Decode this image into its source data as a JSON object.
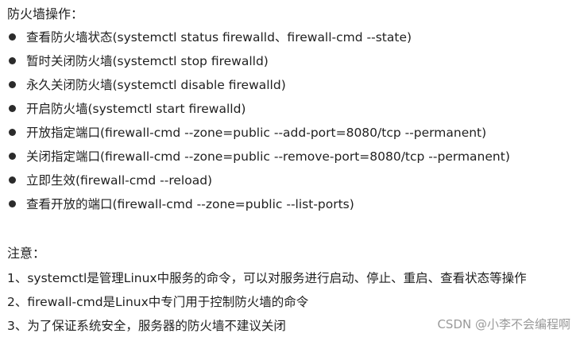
{
  "heading": "防火墙操作：",
  "commands": [
    "查看防火墙状态(systemctl status firewalld、firewall-cmd --state)",
    "暂时关闭防火墙(systemctl stop firewalld)",
    "永久关闭防火墙(systemctl disable firewalld)",
    "开启防火墙(systemctl start firewalld)",
    "开放指定端口(firewall-cmd --zone=public --add-port=8080/tcp --permanent)",
    "关闭指定端口(firewall-cmd --zone=public --remove-port=8080/tcp --permanent)",
    "立即生效(firewall-cmd --reload)",
    "查看开放的端口(firewall-cmd --zone=public --list-ports)"
  ],
  "notes_title": "注意：",
  "notes": [
    "1、systemctl是管理Linux中服务的命令，可以对服务进行启动、停止、重启、查看状态等操作",
    "2、firewall-cmd是Linux中专门用于控制防火墙的命令",
    "3、为了保证系统安全，服务器的防火墙不建议关闭"
  ],
  "watermark": "CSDN @小李不会编程啊"
}
